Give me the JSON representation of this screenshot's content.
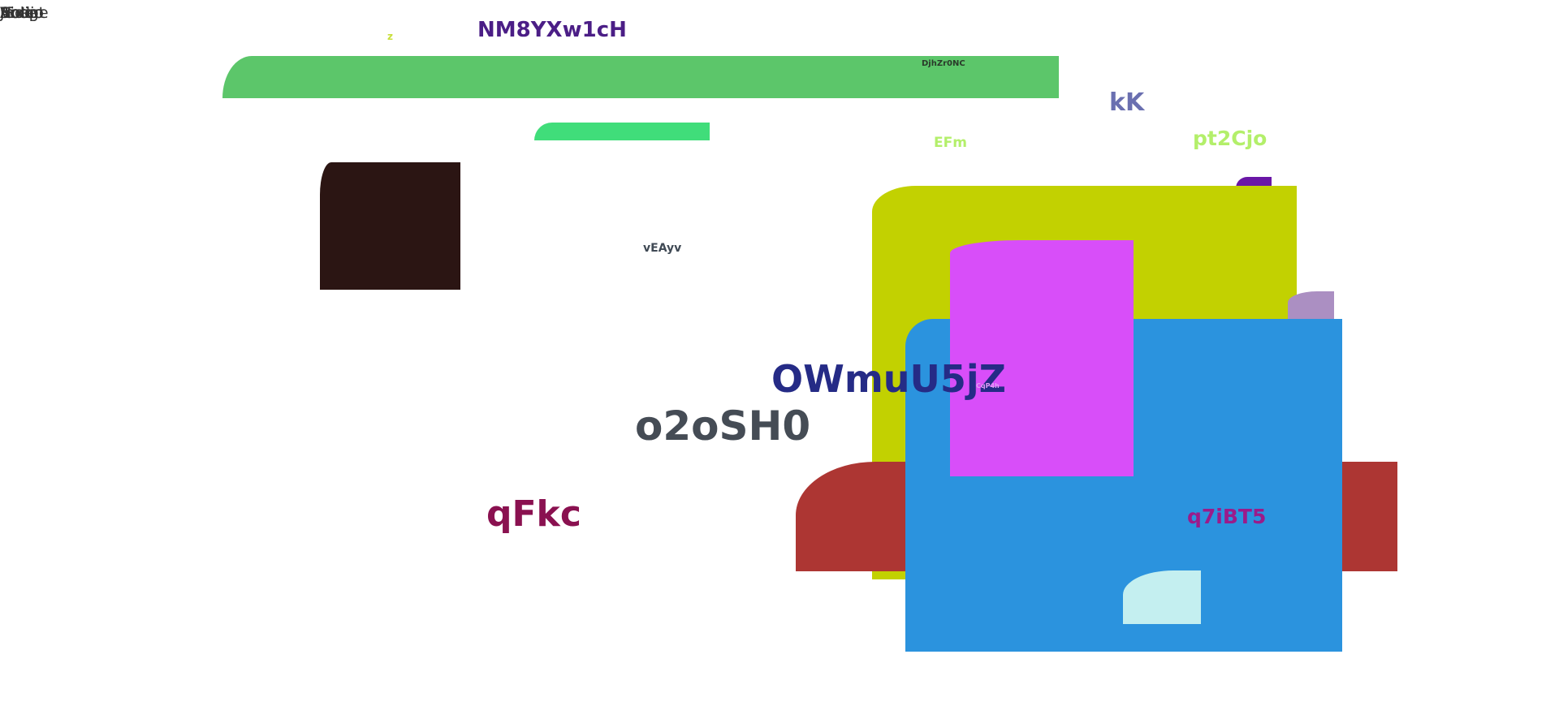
{
  "overlap_words": [
    "Video",
    "Image",
    "Audio",
    "Script",
    "JS",
    "Note"
  ],
  "labels": {
    "z": "z",
    "nm8": "NM8YXw1cH",
    "djh": "DjhZr0NC",
    "kk": "kK",
    "efm": "EFm",
    "pt2": "pt2Cjo",
    "veayv": "vEAyv",
    "owmu": "OWmuU5jZ",
    "tiny": "CqP4h",
    "o2o": "o2oSH0",
    "qfkc": "qFkc",
    "q7i": "q7iBT5"
  },
  "colors": {
    "green_bar": "#5cc66a",
    "green_small": "#40dd7a",
    "dark_block": "#2b1513",
    "yellow_green": "#c2d101",
    "magenta": "#d84ef9",
    "blue": "#2b93de",
    "red": "#ad3633",
    "cyan": "#c4eff0",
    "lilac": "#ab8fc2",
    "purple": "#6a17a6"
  }
}
